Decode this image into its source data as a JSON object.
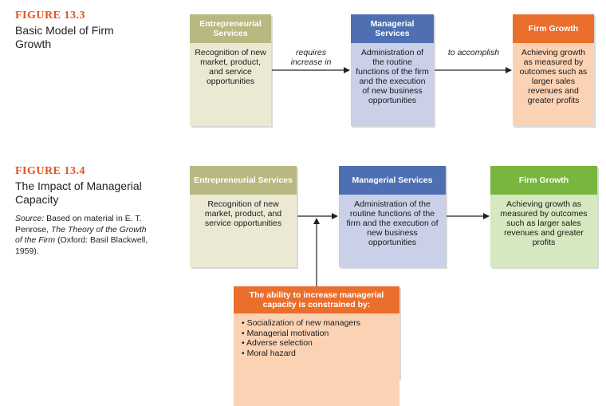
{
  "figure1": {
    "label": "FIGURE 13.3",
    "title": "Basic Model of Firm Growth",
    "boxes": {
      "entrepreneurial": {
        "head": "Entrepreneurial Services",
        "body": "Recognition of new market, product, and service opportunities"
      },
      "managerial": {
        "head": "Managerial Services",
        "body": "Administration of the routine functions of the firm and the execution of new business opportunities"
      },
      "firm": {
        "head": "Firm Growth",
        "body": "Achieving growth as measured by outcomes such as larger sales revenues and greater profits"
      }
    },
    "connector1": "requires increase in",
    "connector2": "to accomplish"
  },
  "figure2": {
    "label": "FIGURE 13.4",
    "title": "The Impact of Managerial Capacity",
    "source_prefix": "Source:",
    "source_text_a": " Based on material in E. T. Penrose, ",
    "source_book": "The Theory of the Growth of the Firm",
    "source_text_b": " (Oxford: Basil Blackwell, 1959).",
    "boxes": {
      "entrepreneurial": {
        "head": "Entrepreneurial Services",
        "body": "Recognition of new market, product, and service opportunities"
      },
      "managerial": {
        "head": "Managerial Services",
        "body": "Administration of the routine functions of the firm and the execution of new business opportunities"
      },
      "firm": {
        "head": "Firm Growth",
        "body": "Achieving growth as measured by outcomes such as larger sales revenues and greater profits"
      }
    },
    "constraint": {
      "head": "The ability to increase managerial capacity is constrained by:",
      "items": [
        "Socialization of new managers",
        "Managerial motivation",
        "Adverse selection",
        "Moral hazard"
      ]
    }
  },
  "colors": {
    "figure_label": "#e0531f",
    "entrepreneurial_head": "#b9b880",
    "entrepreneurial_body": "#ebe9d3",
    "managerial_head": "#4f6fb3",
    "managerial_body": "#c9d0e8",
    "firm_head_13_3": "#ea6e2c",
    "firm_body_13_3": "#fbd3b4",
    "firm_head_13_4": "#79b63f",
    "firm_body_13_4": "#d6e8c0"
  }
}
